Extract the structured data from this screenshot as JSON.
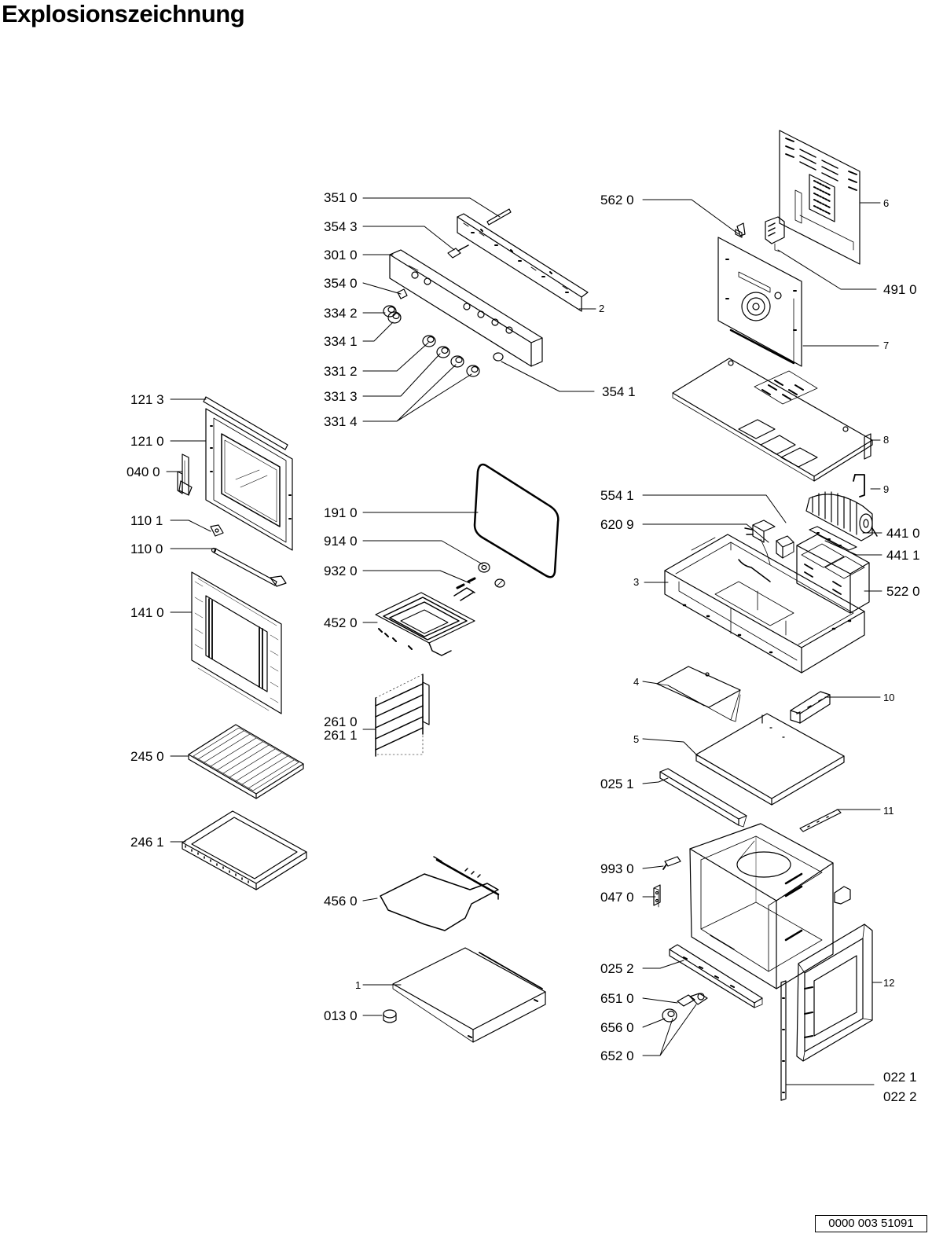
{
  "title": "Explosionszeichnung",
  "document_number": "0000 003 51091",
  "labels": {
    "p351_0": "351 0",
    "p354_3": "354 3",
    "p301_0": "301 0",
    "p354_0": "354 0",
    "p334_2": "334 2",
    "p334_1": "334 1",
    "p331_2": "331 2",
    "p331_3": "331 3",
    "p331_4": "331 4",
    "p354_1": "354 1",
    "p2": "2",
    "p562_0": "562 0",
    "p6": "6",
    "p491_0": "491 0",
    "p7": "7",
    "p8": "8",
    "p9": "9",
    "p554_1": "554 1",
    "p620_9": "620 9",
    "p441_0": "441 0",
    "p441_1": "441 1",
    "p3": "3",
    "p522_0": "522 0",
    "p121_3": "121 3",
    "p121_0": "121 0",
    "p040_0": "040 0",
    "p110_1": "110 1",
    "p110_0": "110 0",
    "p141_0": "141 0",
    "p191_0": "191 0",
    "p914_0": "914 0",
    "p932_0": "932 0",
    "p452_0": "452 0",
    "p261_0": "261 0",
    "p261_1": "261 1",
    "p245_0": "245 0",
    "p246_1": "246 1",
    "p4": "4",
    "p10": "10",
    "p5": "5",
    "p025_1": "025 1",
    "p11": "11",
    "p993_0": "993 0",
    "p047_0": "047 0",
    "p025_2": "025 2",
    "p12": "12",
    "p651_0": "651 0",
    "p656_0": "656 0",
    "p652_0": "652 0",
    "p022_1": "022 1",
    "p022_2": "022 2",
    "p456_0": "456 0",
    "p1": "1",
    "p013_0": "013 0"
  }
}
